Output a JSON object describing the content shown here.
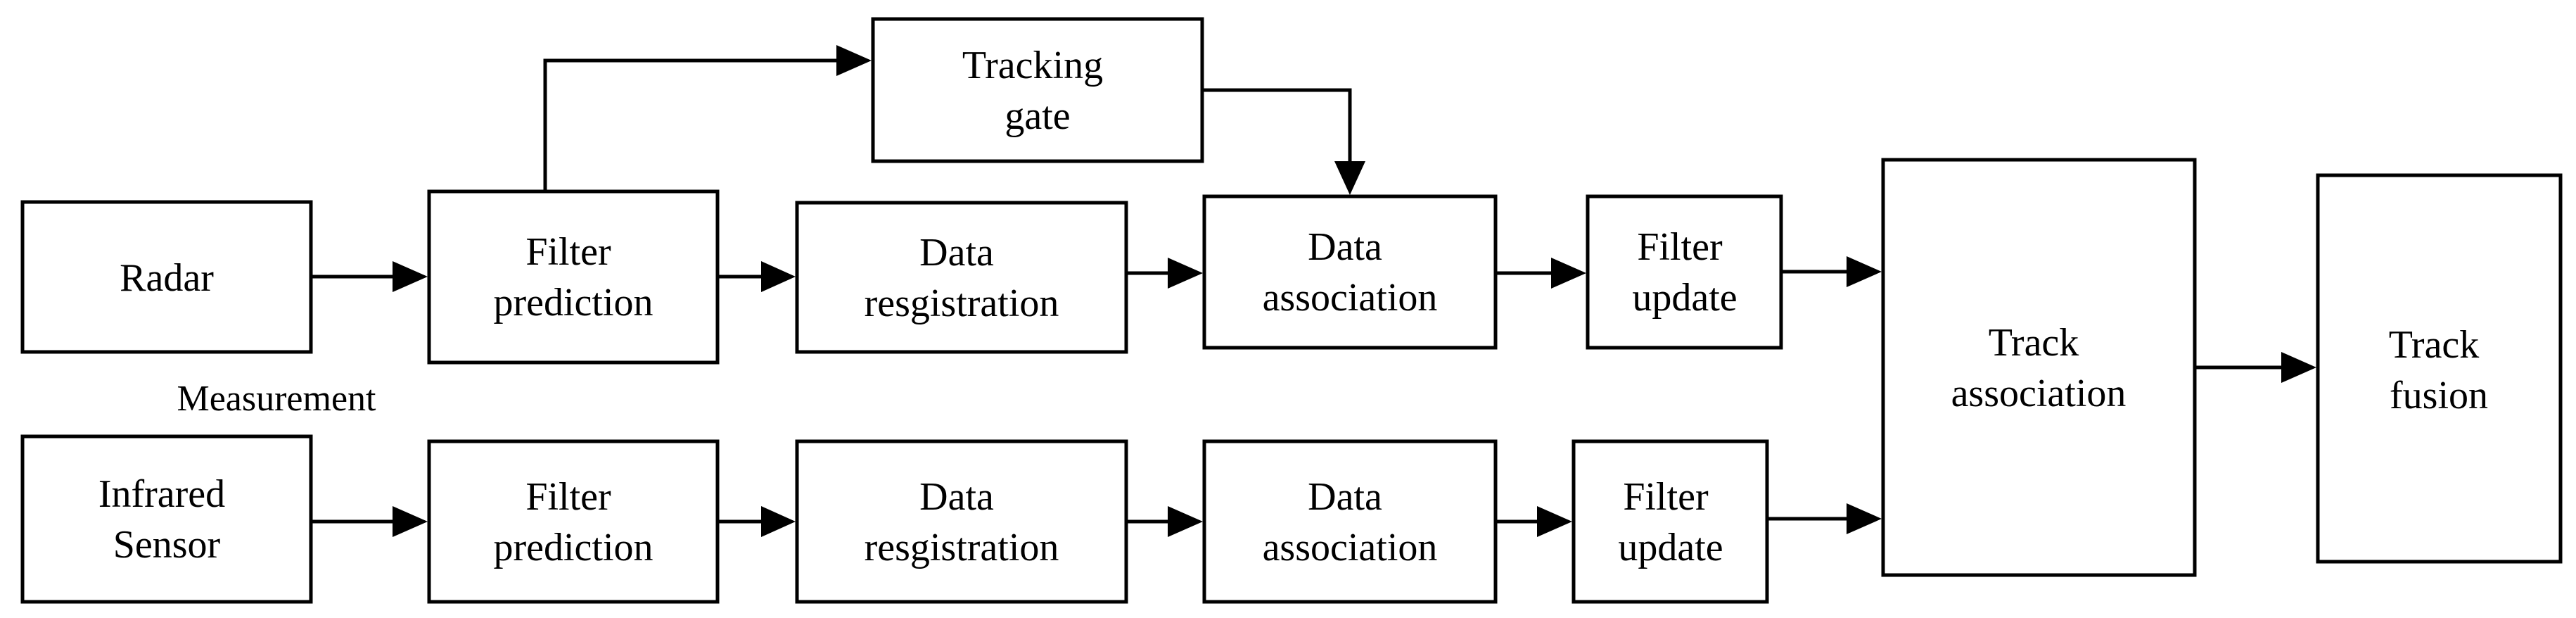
{
  "diagram": {
    "nodes": {
      "radar": [
        "Radar"
      ],
      "infrared": [
        "Infrared",
        "Sensor"
      ],
      "fp_top": [
        "Filter",
        "prediction"
      ],
      "dr_top": [
        "Data",
        "resgistration"
      ],
      "da_top": [
        "Data",
        "association"
      ],
      "fu_top": [
        "Filter",
        "update"
      ],
      "gate": [
        "Tracking",
        "gate"
      ],
      "fp_bot": [
        "Filter",
        "prediction"
      ],
      "dr_bot": [
        "Data",
        "resgistration"
      ],
      "da_bot": [
        "Data",
        "association"
      ],
      "fu_bot": [
        "Filter",
        "update"
      ],
      "track_assoc": [
        "Track",
        "association"
      ],
      "track_fusion": [
        "Track",
        "fusion"
      ]
    },
    "measurement_label": "Measurement"
  }
}
